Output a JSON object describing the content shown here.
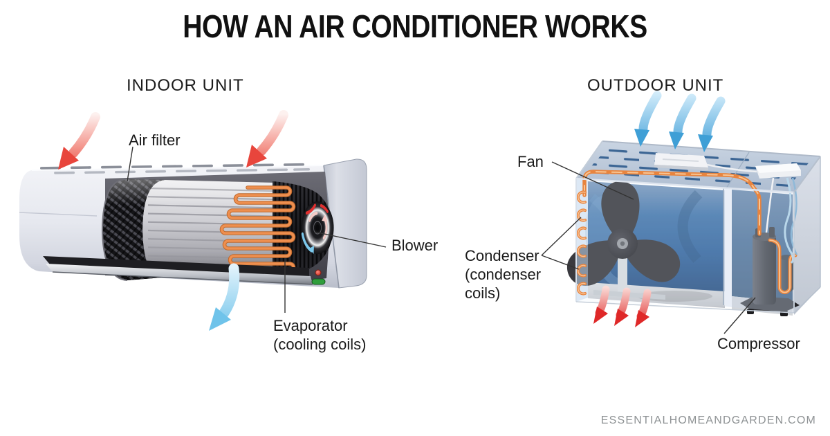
{
  "title": "HOW AN AIR CONDITIONER WORKS",
  "watermark": "ESSENTIALHOMEANDGARDEN.COM",
  "indoor": {
    "heading": "INDOOR UNIT",
    "labels": {
      "air_filter": "Air filter",
      "blower": "Blower",
      "evaporator_line1": "Evaporator",
      "evaporator_line2": "(cooling coils)"
    }
  },
  "outdoor": {
    "heading": "OUTDOOR UNIT",
    "labels": {
      "fan": "Fan",
      "condenser_line1": "Condenser",
      "condenser_line2": "(condenser",
      "condenser_line3": "coils)",
      "compressor": "Compressor"
    }
  },
  "colors": {
    "title_text": "#111111",
    "label_text": "#1a1a1a",
    "watermark_text": "#8e9294",
    "warm_air_red": "#e8443c",
    "cool_air_blue": "#7cc8ec",
    "coil_orange": "#ee8f4f",
    "interior_blue": "#3568a0",
    "unit_body_gray": "#e4e7ee"
  }
}
